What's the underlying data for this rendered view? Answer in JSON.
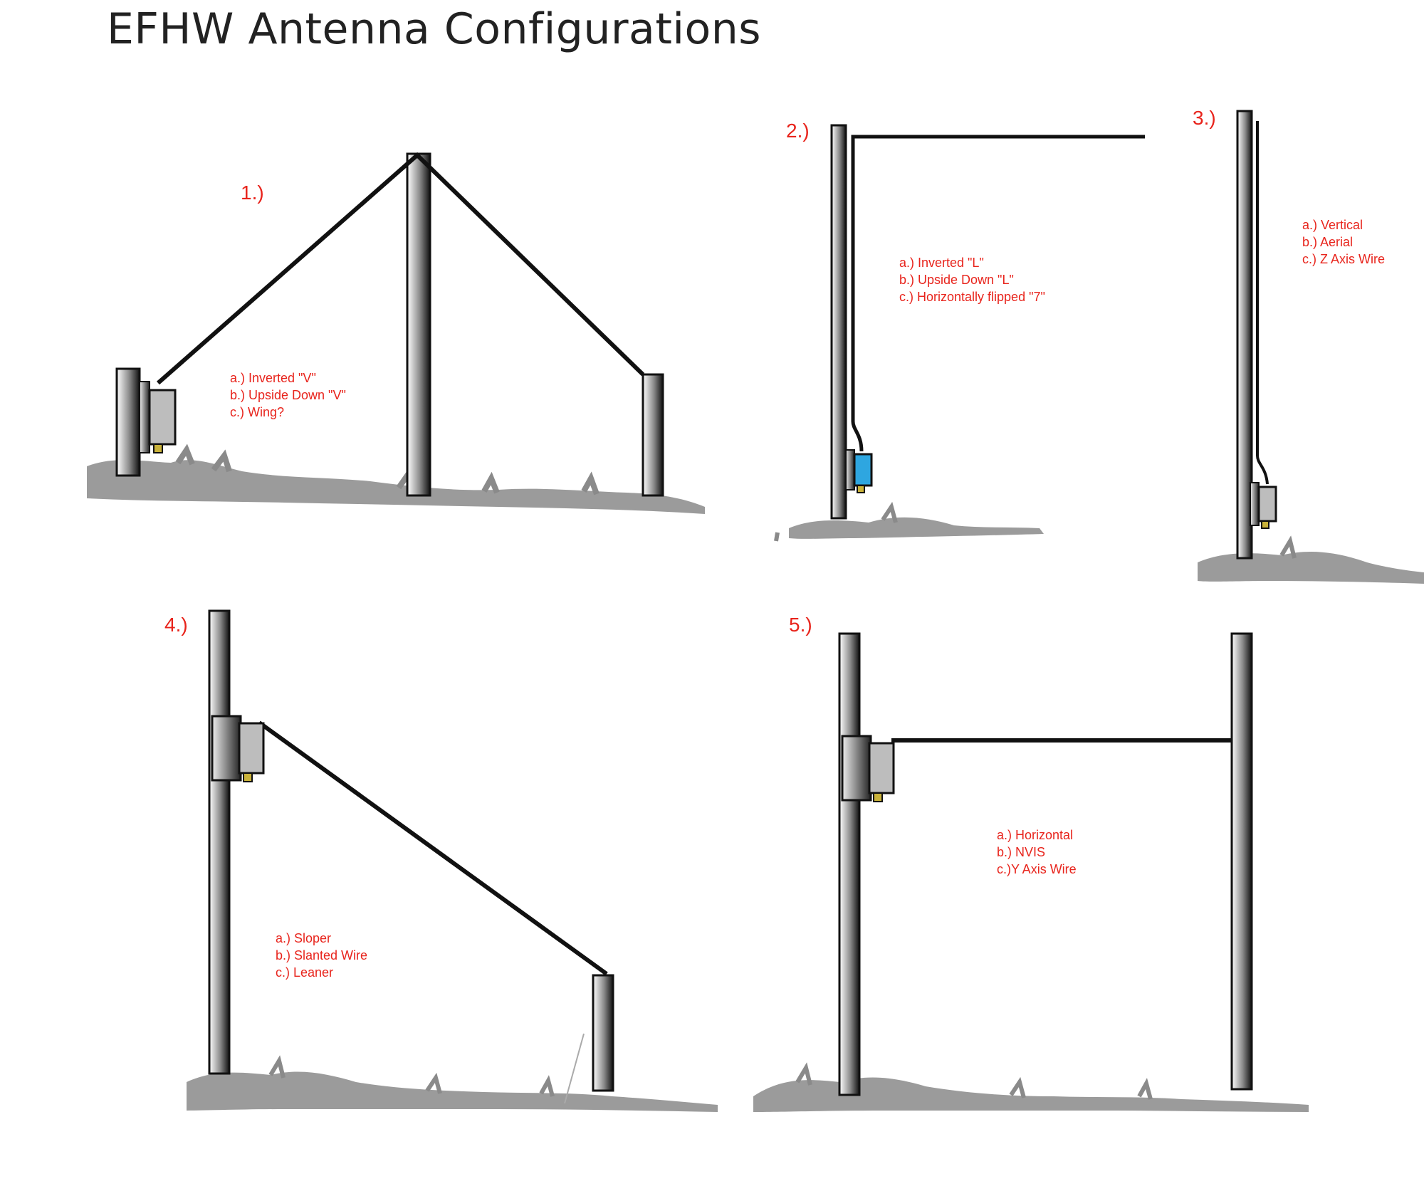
{
  "title": "EFHW Antenna Configurations",
  "colors": {
    "label_red": "#e8241c",
    "wire": "#111111",
    "grass": "#8a8a8a",
    "box_gray": "#bdbdbd",
    "box_blue": "#2ea6e0"
  },
  "configs": [
    {
      "number": "1.)",
      "lines": [
        "a.) Inverted \"V\"",
        "b.) Upside Down \"V\"",
        "c.) Wing?"
      ]
    },
    {
      "number": "2.)",
      "lines": [
        "a.) Inverted \"L\"",
        "b.) Upside Down \"L\"",
        "c.) Horizontally flipped \"7\""
      ]
    },
    {
      "number": "3.)",
      "lines": [
        "a.) Vertical",
        "b.) Aerial",
        "c.) Z Axis Wire"
      ]
    },
    {
      "number": "4.)",
      "lines": [
        "a.) Sloper",
        "b.) Slanted Wire",
        "c.) Leaner"
      ]
    },
    {
      "number": "5.)",
      "lines": [
        "a.) Horizontal",
        "b.)  NVIS",
        "c.)Y Axis Wire"
      ]
    }
  ]
}
